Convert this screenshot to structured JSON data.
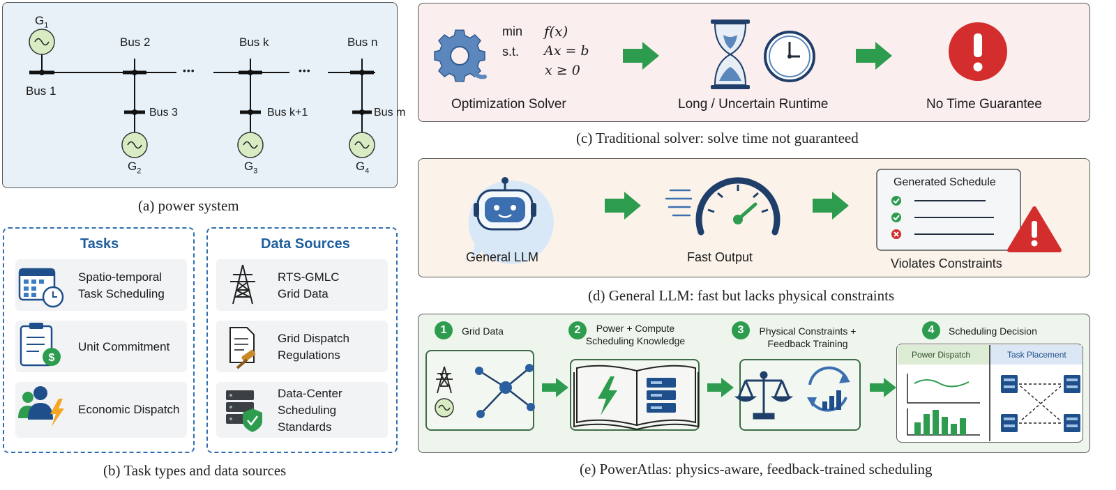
{
  "panel_a": {
    "caption": "(a) power system",
    "buses": [
      "Bus 1",
      "Bus 2",
      "Bus k",
      "Bus n",
      "Bus 3",
      "Bus k+1",
      "Bus m"
    ],
    "generators": [
      "G",
      "G",
      "G",
      "G"
    ],
    "generator_subscripts": [
      "1",
      "2",
      "3",
      "4"
    ],
    "ellipsis": "•••"
  },
  "panel_b": {
    "caption": "(b) Task types and data sources",
    "tasks_title": "Tasks",
    "tasks": [
      {
        "label": "Spatio-temporal Task Scheduling",
        "line1": "Spatio-temporal",
        "line2": "Task Scheduling",
        "icon": "calendar-clock-icon"
      },
      {
        "label": "Unit Commitment",
        "icon": "clipboard-dollar-icon"
      },
      {
        "label": "Economic Dispatch",
        "icon": "people-lightning-icon"
      }
    ],
    "sources_title": "Data Sources",
    "sources": [
      {
        "line1": "RTS-GMLC",
        "line2": "Grid Data",
        "icon": "transmission-tower-icon"
      },
      {
        "line1": "Grid Dispatch",
        "line2": "Regulations",
        "icon": "document-gavel-icon"
      },
      {
        "line1": "Data-Center",
        "line2": "Scheduling",
        "line3": "Standards",
        "icon": "server-shield-icon"
      }
    ],
    "accent": "#1f5f9f"
  },
  "panel_c": {
    "caption": "(c) Traditional solver: solve time not guaranteed",
    "math": {
      "min": "min",
      "fx": "f(x)",
      "st": "s.t.",
      "c1": "Ax = b",
      "c2": "x ≥ 0"
    },
    "steps": [
      "Optimization Solver",
      "Long / Uncertain Runtime",
      "No Time Guarantee"
    ],
    "icons": [
      "gear-icon",
      "hourglass-icon",
      "clock-icon",
      "warning-icon"
    ],
    "bg": "#fbeeee"
  },
  "panel_d": {
    "caption": "(d) General LLM: fast but lacks physical constraints",
    "steps": [
      "General LLM",
      "Fast Output",
      "Violates Constraints"
    ],
    "schedule_title": "Generated Schedule",
    "bg": "#fbf3ea"
  },
  "panel_e": {
    "caption": "(e) PowerAtlas: physics-aware, feedback-trained scheduling",
    "steps": [
      {
        "num": "1",
        "title": "Grid Data"
      },
      {
        "num": "2",
        "title": "Power + Compute",
        "title2": "Scheduling Knowledge"
      },
      {
        "num": "3",
        "title": "Physical Constraints +",
        "title2": "Feedback Training"
      },
      {
        "num": "4",
        "title": "Scheduling Decision"
      }
    ],
    "decision_left": "Power Dispatch",
    "decision_right": "Task Placement",
    "bg": "#eef5ec"
  },
  "colors": {
    "arrow": "#2e9c4f",
    "gen_fill": "#d8ecc4",
    "panel_a_bg": "#e8f1f8"
  }
}
